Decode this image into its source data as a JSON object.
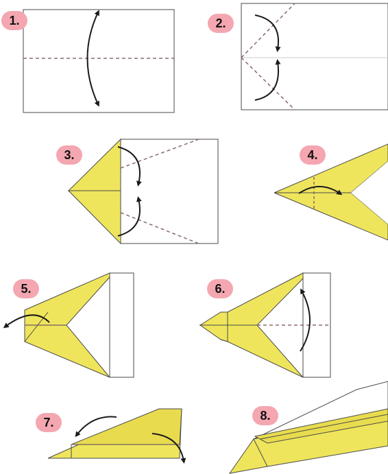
{
  "colors": {
    "paper_yellow": "#efe55c",
    "paper_white": "#ffffff",
    "outline": "#4a4a4a",
    "fold_line": "#8a6a6a",
    "arrow": "#1a1a1a",
    "badge": "#f4a7b1"
  },
  "steps": [
    {
      "label": "1."
    },
    {
      "label": "2."
    },
    {
      "label": "3."
    },
    {
      "label": "4."
    },
    {
      "label": "5."
    },
    {
      "label": "6."
    },
    {
      "label": "7."
    },
    {
      "label": "8."
    }
  ]
}
